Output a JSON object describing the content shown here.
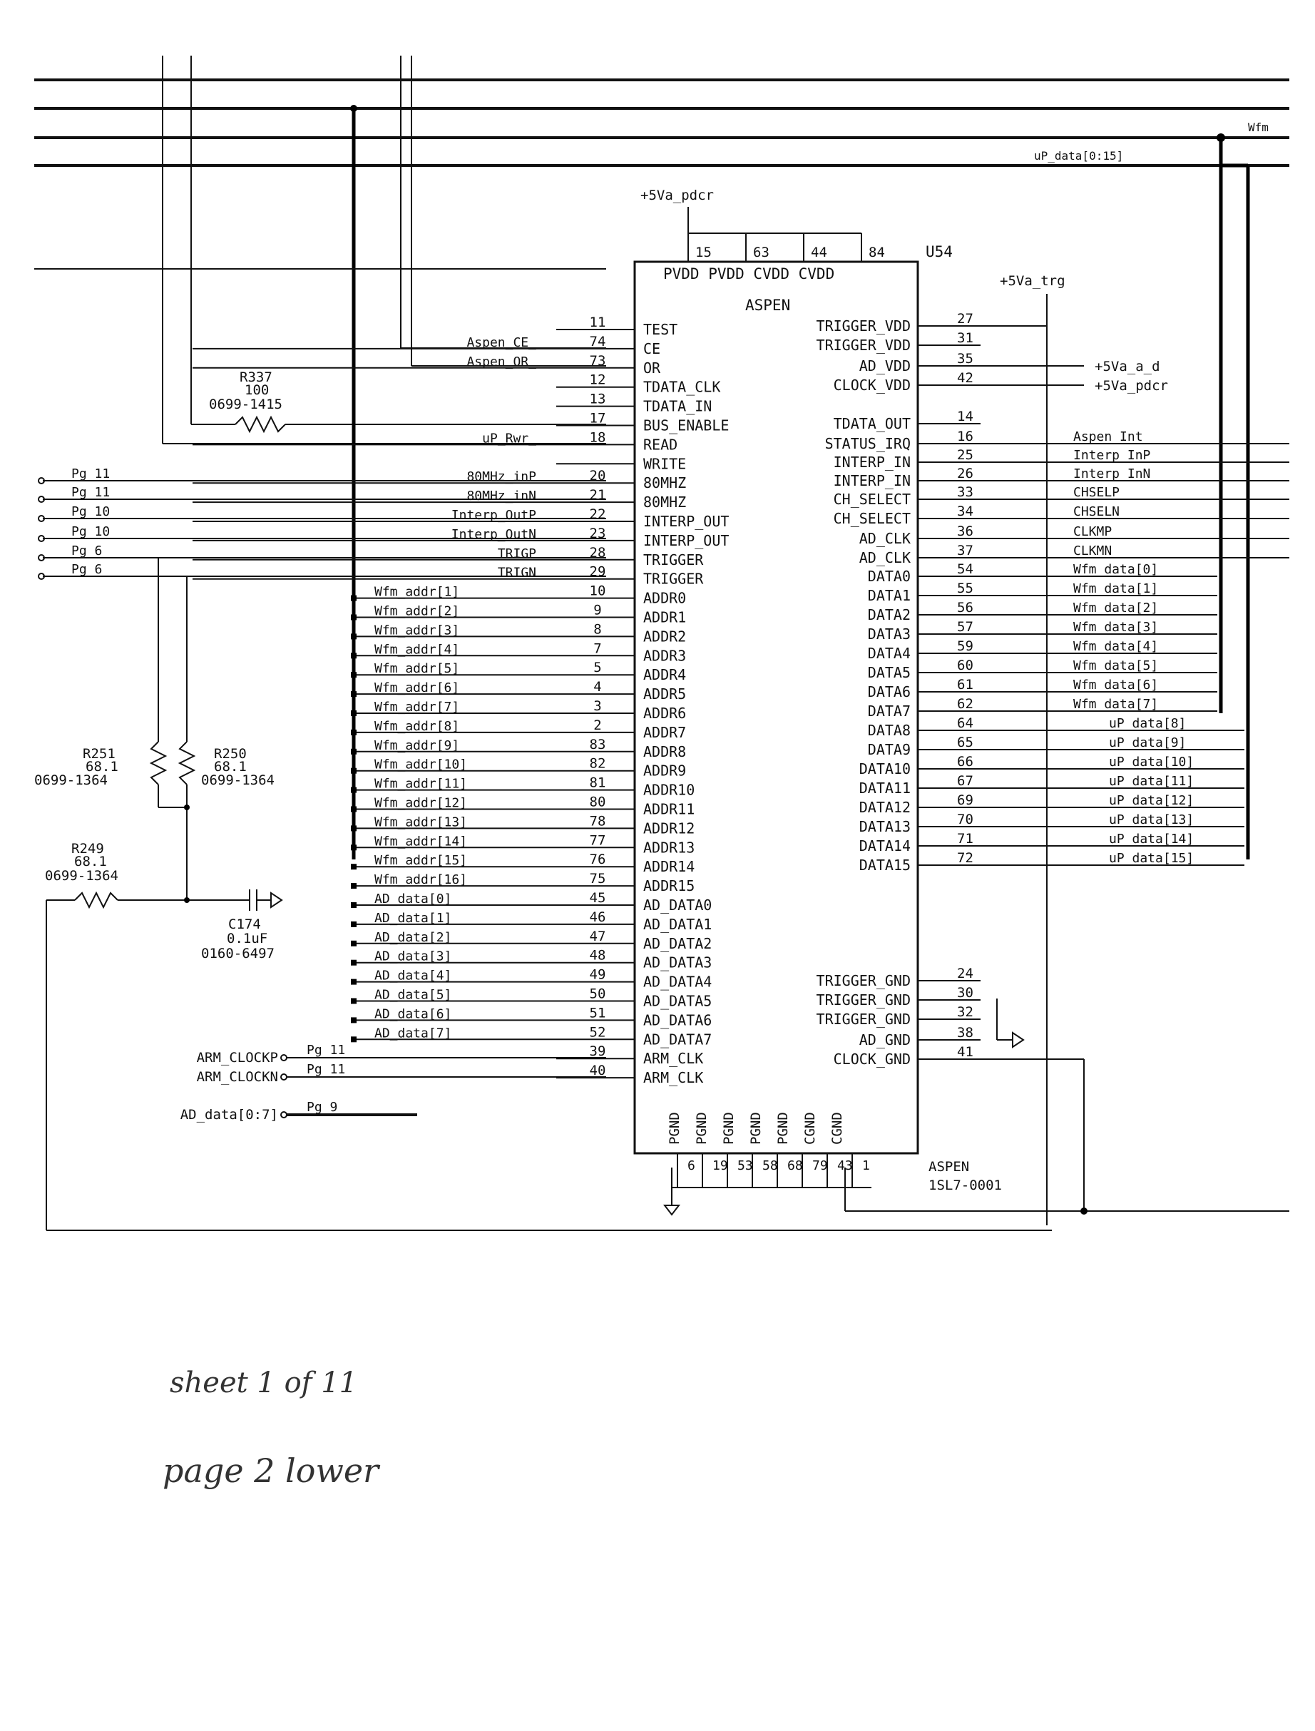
{
  "top_bus": {
    "wfm": "Wfm",
    "up_data": "uP_data[0:15]"
  },
  "power": {
    "pdcr_top": "+5Va_pdcr",
    "trg": "+5Va_trg",
    "ad": "+5Va_a_d",
    "pdcr_right": "+5Va_pdcr"
  },
  "chip": {
    "ref": "U54",
    "name": "ASPEN",
    "part_name": "ASPEN",
    "part_number": "1SL7-0001",
    "header": "PVDD PVDD CVDD CVDD",
    "top_pins": [
      "15",
      "63",
      "44",
      "84"
    ],
    "left_pins": [
      {
        "pin": "11",
        "name": "TEST",
        "net": ""
      },
      {
        "pin": "74",
        "name": "CE",
        "net": "Aspen_CE_"
      },
      {
        "pin": "73",
        "name": "OR",
        "net": "Aspen_OR_"
      },
      {
        "pin": "12",
        "name": "TDATA_CLK",
        "net": ""
      },
      {
        "pin": "13",
        "name": "TDATA_IN",
        "net": ""
      },
      {
        "pin": "17",
        "name": "BUS_ENABLE",
        "net": ""
      },
      {
        "pin": "18",
        "name": "READ",
        "net": "uP_Rwr_"
      },
      {
        "pin": "",
        "name": "WRITE",
        "net": ""
      },
      {
        "pin": "20",
        "name": "80MHZ",
        "net": "80MHz_inP"
      },
      {
        "pin": "21",
        "name": "80MHZ",
        "net": "80MHz_inN"
      },
      {
        "pin": "22",
        "name": "INTERP_OUT",
        "net": "Interp_OutP"
      },
      {
        "pin": "23",
        "name": "INTERP_OUT",
        "net": "Interp_OutN"
      },
      {
        "pin": "28",
        "name": "TRIGGER",
        "net": "TRIGP"
      },
      {
        "pin": "29",
        "name": "TRIGGER",
        "net": "TRIGN"
      },
      {
        "pin": "10",
        "name": "ADDR0",
        "net": "Wfm_addr[1]"
      },
      {
        "pin": "9",
        "name": "ADDR1",
        "net": "Wfm_addr[2]"
      },
      {
        "pin": "8",
        "name": "ADDR2",
        "net": "Wfm_addr[3]"
      },
      {
        "pin": "7",
        "name": "ADDR3",
        "net": "Wfm_addr[4]"
      },
      {
        "pin": "5",
        "name": "ADDR4",
        "net": "Wfm_addr[5]"
      },
      {
        "pin": "4",
        "name": "ADDR5",
        "net": "Wfm_addr[6]"
      },
      {
        "pin": "3",
        "name": "ADDR6",
        "net": "Wfm_addr[7]"
      },
      {
        "pin": "2",
        "name": "ADDR7",
        "net": "Wfm_addr[8]"
      },
      {
        "pin": "83",
        "name": "ADDR8",
        "net": "Wfm_addr[9]"
      },
      {
        "pin": "82",
        "name": "ADDR9",
        "net": "Wfm_addr[10]"
      },
      {
        "pin": "81",
        "name": "ADDR10",
        "net": "Wfm_addr[11]"
      },
      {
        "pin": "80",
        "name": "ADDR11",
        "net": "Wfm_addr[12]"
      },
      {
        "pin": "78",
        "name": "ADDR12",
        "net": "Wfm_addr[13]"
      },
      {
        "pin": "77",
        "name": "ADDR13",
        "net": "Wfm_addr[14]"
      },
      {
        "pin": "76",
        "name": "ADDR14",
        "net": "Wfm_addr[15]"
      },
      {
        "pin": "75",
        "name": "ADDR15",
        "net": "Wfm_addr[16]"
      },
      {
        "pin": "45",
        "name": "AD_DATA0",
        "net": "AD_data[0]"
      },
      {
        "pin": "46",
        "name": "AD_DATA1",
        "net": "AD_data[1]"
      },
      {
        "pin": "47",
        "name": "AD_DATA2",
        "net": "AD_data[2]"
      },
      {
        "pin": "48",
        "name": "AD_DATA3",
        "net": "AD_data[3]"
      },
      {
        "pin": "49",
        "name": "AD_DATA4",
        "net": "AD_data[4]"
      },
      {
        "pin": "50",
        "name": "AD_DATA5",
        "net": "AD_data[5]"
      },
      {
        "pin": "51",
        "name": "AD_DATA6",
        "net": "AD_data[6]"
      },
      {
        "pin": "52",
        "name": "AD_DATA7",
        "net": "AD_data[7]"
      },
      {
        "pin": "39",
        "name": "ARM_CLK",
        "net": ""
      },
      {
        "pin": "40",
        "name": "ARM_CLK",
        "net": ""
      }
    ],
    "right_pins": [
      {
        "pin": "27",
        "name": "TRIGGER_VDD",
        "net": ""
      },
      {
        "pin": "31",
        "name": "TRIGGER_VDD",
        "net": ""
      },
      {
        "pin": "35",
        "name": "AD_VDD",
        "net": ""
      },
      {
        "pin": "42",
        "name": "CLOCK_VDD",
        "net": ""
      },
      {
        "pin": "14",
        "name": "TDATA_OUT",
        "net": ""
      },
      {
        "pin": "16",
        "name": "STATUS_IRQ",
        "net": "Aspen_Int_"
      },
      {
        "pin": "25",
        "name": "INTERP_IN",
        "net": "Interp_InP"
      },
      {
        "pin": "26",
        "name": "INTERP_IN",
        "net": "Interp_InN"
      },
      {
        "pin": "33",
        "name": "CH_SELECT",
        "net": "CHSELP"
      },
      {
        "pin": "34",
        "name": "CH_SELECT",
        "net": "CHSELN"
      },
      {
        "pin": "36",
        "name": "AD_CLK",
        "net": "CLKMP"
      },
      {
        "pin": "37",
        "name": "AD_CLK",
        "net": "CLKMN"
      },
      {
        "pin": "54",
        "name": "DATA0",
        "net": "Wfm_data[0]"
      },
      {
        "pin": "55",
        "name": "DATA1",
        "net": "Wfm_data[1]"
      },
      {
        "pin": "56",
        "name": "DATA2",
        "net": "Wfm_data[2]"
      },
      {
        "pin": "57",
        "name": "DATA3",
        "net": "Wfm_data[3]"
      },
      {
        "pin": "59",
        "name": "DATA4",
        "net": "Wfm_data[4]"
      },
      {
        "pin": "60",
        "name": "DATA5",
        "net": "Wfm_data[5]"
      },
      {
        "pin": "61",
        "name": "DATA6",
        "net": "Wfm_data[6]"
      },
      {
        "pin": "62",
        "name": "DATA7",
        "net": "Wfm_data[7]"
      },
      {
        "pin": "64",
        "name": "DATA8",
        "net": "uP_data[8]"
      },
      {
        "pin": "65",
        "name": "DATA9",
        "net": "uP_data[9]"
      },
      {
        "pin": "66",
        "name": "DATA10",
        "net": "uP_data[10]"
      },
      {
        "pin": "67",
        "name": "DATA11",
        "net": "uP_data[11]"
      },
      {
        "pin": "69",
        "name": "DATA12",
        "net": "uP_data[12]"
      },
      {
        "pin": "70",
        "name": "DATA13",
        "net": "uP_data[13]"
      },
      {
        "pin": "71",
        "name": "DATA14",
        "net": "uP_data[14]"
      },
      {
        "pin": "72",
        "name": "DATA15",
        "net": "uP_data[15]"
      },
      {
        "pin": "24",
        "name": "TRIGGER_GND",
        "net": ""
      },
      {
        "pin": "30",
        "name": "TRIGGER_GND",
        "net": ""
      },
      {
        "pin": "32",
        "name": "TRIGGER_GND",
        "net": ""
      },
      {
        "pin": "38",
        "name": "AD_GND",
        "net": ""
      },
      {
        "pin": "41",
        "name": "CLOCK_GND",
        "net": ""
      }
    ],
    "bottom_names": [
      "PGND",
      "PGND",
      "PGND",
      "PGND",
      "PGND",
      "CGND",
      "CGND"
    ],
    "bottom_pins": [
      "6",
      "19",
      "53",
      "58",
      "68",
      "79",
      "43",
      "1"
    ]
  },
  "components": {
    "r337": {
      "ref": "R337",
      "value": "100",
      "part": "0699-1415"
    },
    "r251": {
      "ref": "R251",
      "value": "68.1",
      "part": "0699-1364"
    },
    "r250": {
      "ref": "R250",
      "value": "68.1",
      "part": "0699-1364"
    },
    "r249": {
      "ref": "R249",
      "value": "68.1",
      "part": "0699-1364"
    },
    "c174": {
      "ref": "C174",
      "value": "0.1uF",
      "part": "0160-6497"
    }
  },
  "page_refs": [
    "Pg 11",
    "Pg 11",
    "Pg 10",
    "Pg 10",
    "Pg 6",
    "Pg 6"
  ],
  "arm_ports": [
    {
      "label": "ARM_CLOCKP",
      "pg": "Pg 11"
    },
    {
      "label": "ARM_CLOCKN",
      "pg": "Pg 11"
    },
    {
      "label": "AD_data[0:7]",
      "pg": "Pg 9"
    }
  ],
  "notes": {
    "line1": "sheet 1 of 11",
    "line2": "page 2 lower"
  }
}
